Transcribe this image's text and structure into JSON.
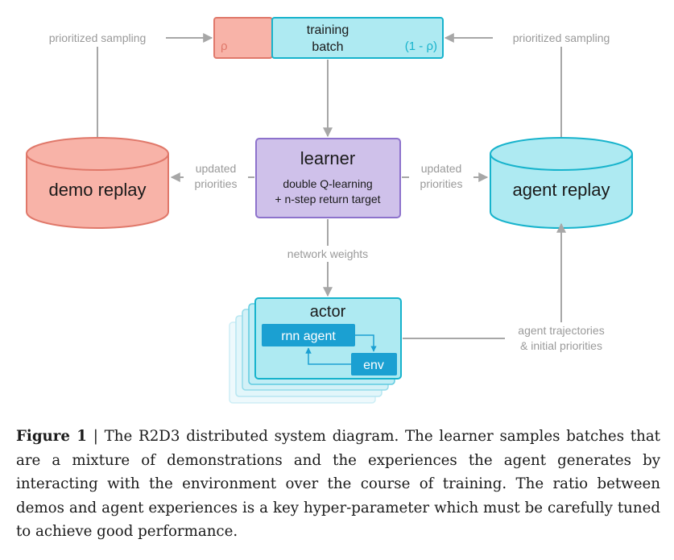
{
  "diagram": {
    "batch": {
      "rho_label": "ρ",
      "title_line1": "training",
      "title_line2": "batch",
      "one_minus_rho_label": "(1 - ρ)"
    },
    "demo_replay": {
      "label": "demo replay"
    },
    "agent_replay": {
      "label": "agent replay"
    },
    "learner": {
      "title": "learner",
      "subtitle_line1": "double Q-learning",
      "subtitle_line2": "+ n-step return target"
    },
    "actor": {
      "title": "actor",
      "rnn_agent_label": "rnn agent",
      "env_label": "env"
    },
    "edges": {
      "prioritized_sampling_left": "prioritized sampling",
      "prioritized_sampling_right": "prioritized sampling",
      "updated_priorities_left_line1": "updated",
      "updated_priorities_left_line2": "priorities",
      "updated_priorities_right_line1": "updated",
      "updated_priorities_right_line2": "priorities",
      "network_weights": "network weights",
      "agent_trajectories_line1": "agent trajectories",
      "agent_trajectories_line2": "& initial priorities"
    },
    "colors": {
      "demo_fill": "#f8b3a8",
      "demo_stroke": "#e0786a",
      "agent_fill": "#aeeaf2",
      "agent_stroke": "#17b3cc",
      "learner_fill": "#cfc1ea",
      "learner_stroke": "#8d72cc",
      "rnn_fill": "#1ba0d2",
      "arrow": "#a7a7a7",
      "edge_text": "#9a9a9a"
    }
  },
  "caption": {
    "label": "Figure 1",
    "separator": " | ",
    "text": "The R2D3 distributed system diagram.  The learner samples batches that are a mixture of demonstrations and the experiences the agent generates by interacting with the environment over the course of training. The ratio between demos and agent experiences is a key hyper-parameter which must be carefully tuned to achieve good performance."
  }
}
